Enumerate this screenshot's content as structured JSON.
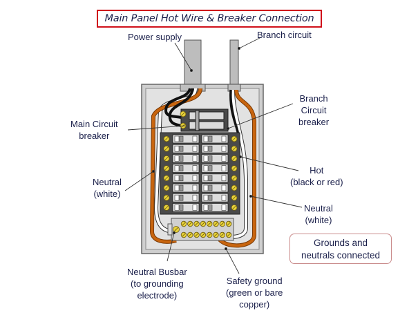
{
  "title": "Main Panel Hot Wire & Breaker Connection",
  "labels": {
    "power_supply": "Power supply",
    "branch_circuit": "Branch circuit",
    "branch_breaker": [
      "Branch",
      "Circuit",
      "breaker"
    ],
    "main_breaker": [
      "Main Circuit",
      "breaker"
    ],
    "neutral_left": [
      "Neutral",
      "(white)"
    ],
    "hot": [
      "Hot",
      "(black or red)"
    ],
    "neutral_right": [
      "Neutral",
      "(white)"
    ],
    "neutral_busbar": [
      "Neutral Busbar",
      "(to grounding",
      "electrode)"
    ],
    "safety_ground": [
      "Safety ground",
      "(green or bare",
      "copper)"
    ]
  },
  "note": [
    "Grounds and",
    "neutrals connected"
  ],
  "panel": {
    "breaker_rows": 8,
    "breaker_columns": 2,
    "busbar_screws_per_row": 8
  },
  "colors": {
    "title_border": "#d0101a",
    "wire_copper": "#c8650f",
    "screw": "#e8d23a",
    "panel": "#d8d8d8",
    "breaker_block": "#4a4a4a",
    "text": "#1a1f4a"
  }
}
